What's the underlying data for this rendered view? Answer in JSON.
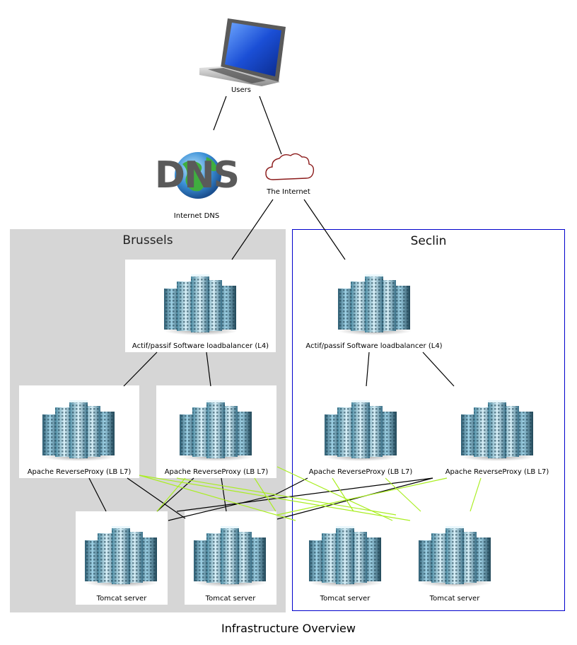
{
  "diagram": {
    "title": "Infrastructure Overview",
    "users": {
      "label": "Users"
    },
    "dns": {
      "logo_text": "DNS",
      "label": "Internet DNS"
    },
    "internet": {
      "label": "The Internet"
    },
    "regions": {
      "brussels": {
        "title": "Brussels",
        "loadbalancer": "Actif/passif Software loadbalancer (L4)",
        "proxies": [
          "Apache ReverseProxy (LB L7)",
          "Apache ReverseProxy (LB L7)"
        ],
        "tomcats": [
          "Tomcat server",
          "Tomcat server"
        ]
      },
      "seclin": {
        "title": "Seclin",
        "loadbalancer": "Actif/passif Software loadbalancer (L4)",
        "proxies": [
          "Apache ReverseProxy (LB L7)",
          "Apache ReverseProxy (LB L7)"
        ],
        "tomcats": [
          "Tomcat server",
          "Tomcat server"
        ]
      }
    },
    "colors": {
      "brussels_bg": "#d6d6d6",
      "seclin_border": "#0000cc",
      "primary_link": "#000000",
      "secondary_link": "#aaee22"
    },
    "icons": [
      "laptop-icon",
      "globe-icon",
      "cloud-icon",
      "server-cluster-icon"
    ]
  }
}
